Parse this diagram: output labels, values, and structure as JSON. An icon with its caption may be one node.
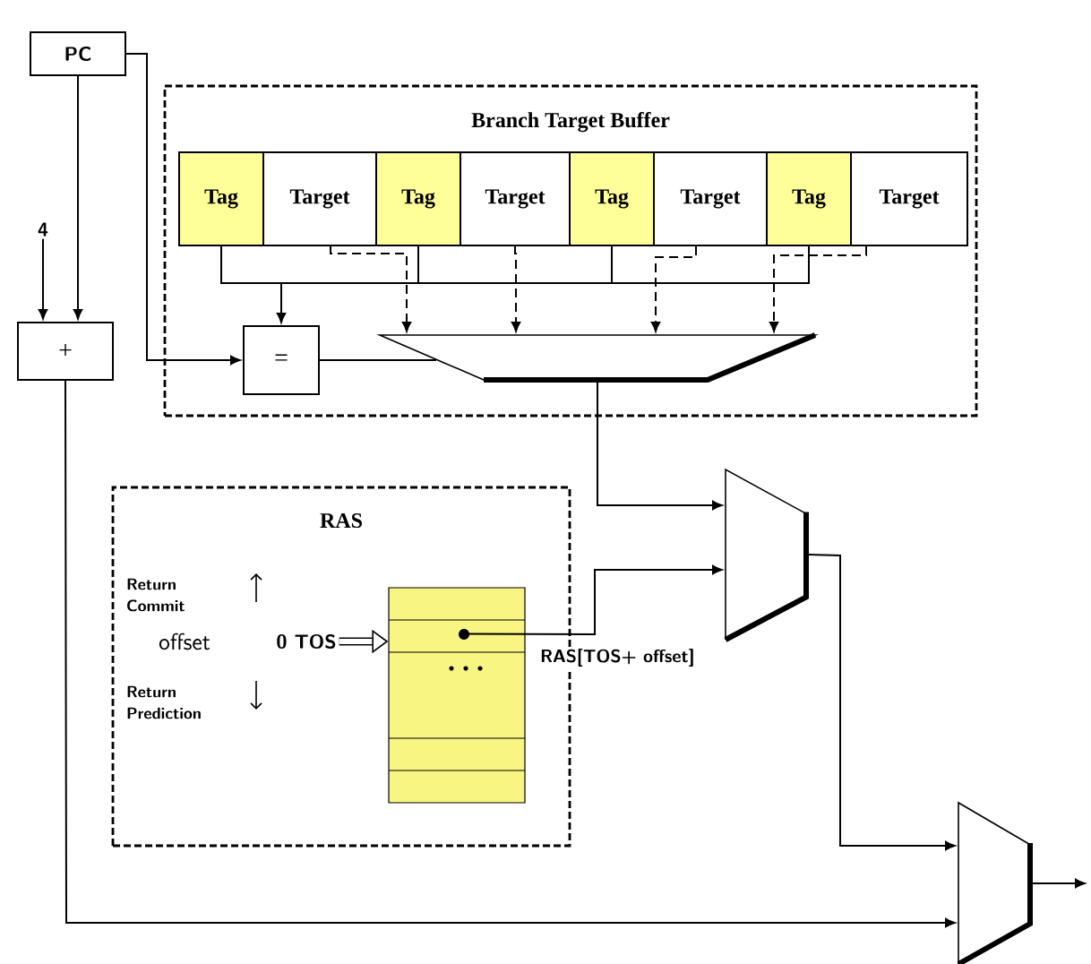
{
  "diagram": {
    "nodes": [
      {
        "text": [
          "PC"
        ]
      },
      {
        "text": [
          "4"
        ]
      },
      {
        "text": [
          "+"
        ]
      },
      {
        "text": [
          "Branch Target Buffer"
        ]
      },
      {
        "text": [
          "Tag"
        ],
        "in": 3
      },
      {
        "text": [
          "Target"
        ],
        "in": 3
      },
      {
        "text": [
          "Tag"
        ],
        "in": 3
      },
      {
        "text": [
          "Target"
        ],
        "in": 3
      },
      {
        "text": [
          "Tag"
        ],
        "in": 3
      },
      {
        "text": [
          "Target"
        ],
        "in": 3
      },
      {
        "text": [
          "Tag"
        ],
        "in": 3
      },
      {
        "text": [
          "Target"
        ],
        "in": 3
      },
      {
        "text": [
          "="
        ],
        "in": 3
      },
      {
        "text": [],
        "shape": "trapezoid",
        "in": 3
      },
      {
        "text": [
          "RAS"
        ]
      },
      {
        "text": [],
        "shape": "box",
        "in": 14
      },
      {
        "text": [
          "0 TOS"
        ],
        "in": 14
      },
      {
        "text": [],
        "shape": "trapezoid"
      },
      {
        "text": [],
        "shape": "trapezoid"
      }
    ],
    "edges": [
      {
        "from": 0,
        "to": 2,
        "arrow": "to"
      },
      {
        "from": 1,
        "to": 2,
        "arrow": "to"
      },
      {
        "from": 0,
        "to": 12,
        "arrow": "to"
      },
      {
        "from": 4,
        "to": 12,
        "arrow": "to"
      },
      {
        "from": 6,
        "to": 12,
        "arrow": "to"
      },
      {
        "from": 8,
        "to": 12,
        "arrow": "to"
      },
      {
        "from": 10,
        "to": 12,
        "arrow": "to"
      },
      {
        "from": 5,
        "to": 13,
        "arrow": "to",
        "style": "dashed"
      },
      {
        "from": 7,
        "to": 13,
        "arrow": "to",
        "style": "dashed"
      },
      {
        "from": 9,
        "to": 13,
        "arrow": "to",
        "style": "dashed"
      },
      {
        "from": 11,
        "to": 13,
        "arrow": "to",
        "style": "dashed"
      },
      {
        "from": 12,
        "to": 13,
        "arrow": "none"
      },
      {
        "from": 13,
        "to": 17,
        "arrow": "to"
      },
      {
        "from": 16,
        "to": 15,
        "arrow": "to",
        "style": "thick"
      },
      {
        "from": 15,
        "to": 17,
        "arrow": "to",
        "label": "RAS[TOS+ offset]"
      },
      {
        "from": 2,
        "to": 18,
        "arrow": "to"
      },
      {
        "from": 17,
        "to": 18,
        "arrow": "to"
      },
      {
        "from": 18,
        "to": null,
        "arrow": "to"
      }
    ],
    "labels": [
      "Return Commit",
      "offset",
      "Return Prediction"
    ]
  }
}
